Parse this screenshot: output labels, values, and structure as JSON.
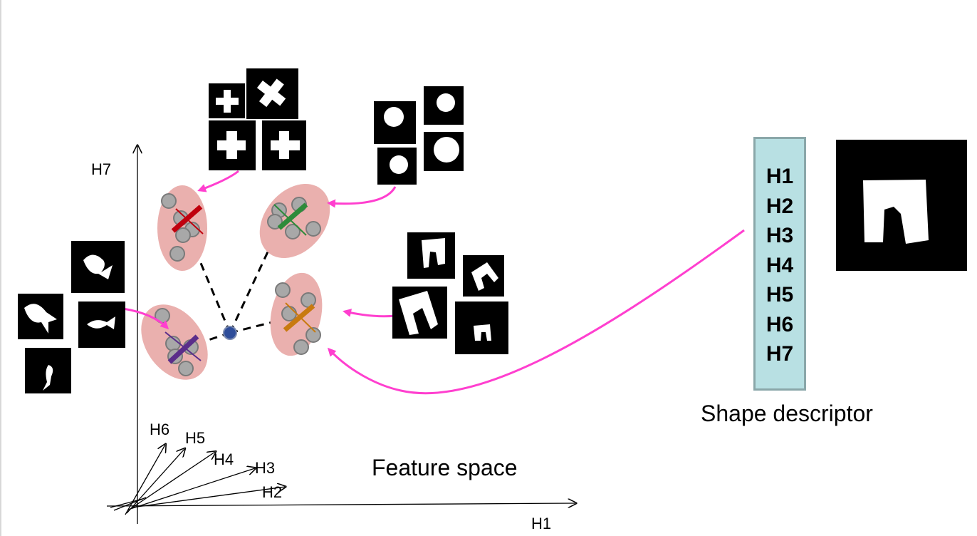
{
  "axes": {
    "h7_label": "H7",
    "h1_label": "H1",
    "h2_label": "H2",
    "h3_label": "H3",
    "h4_label": "H4",
    "h5_label": "H5",
    "h6_label": "H6"
  },
  "feature_space_label": "Feature space",
  "descriptor": {
    "items": [
      "H1",
      "H2",
      "H3",
      "H4",
      "H5",
      "H6",
      "H7"
    ],
    "caption": "Shape descriptor"
  },
  "clusters": [
    {
      "name": "cross",
      "color": "#c0000e"
    },
    {
      "name": "circle",
      "color": "#2e8b3a"
    },
    {
      "name": "fish",
      "color": "#5a2d8a"
    },
    {
      "name": "arch",
      "color": "#c87a10"
    }
  ],
  "colors": {
    "arrow": "#ff3fcf",
    "cluster_fill": "#eab0ae",
    "descriptor_fill": "#b8e0e3"
  }
}
